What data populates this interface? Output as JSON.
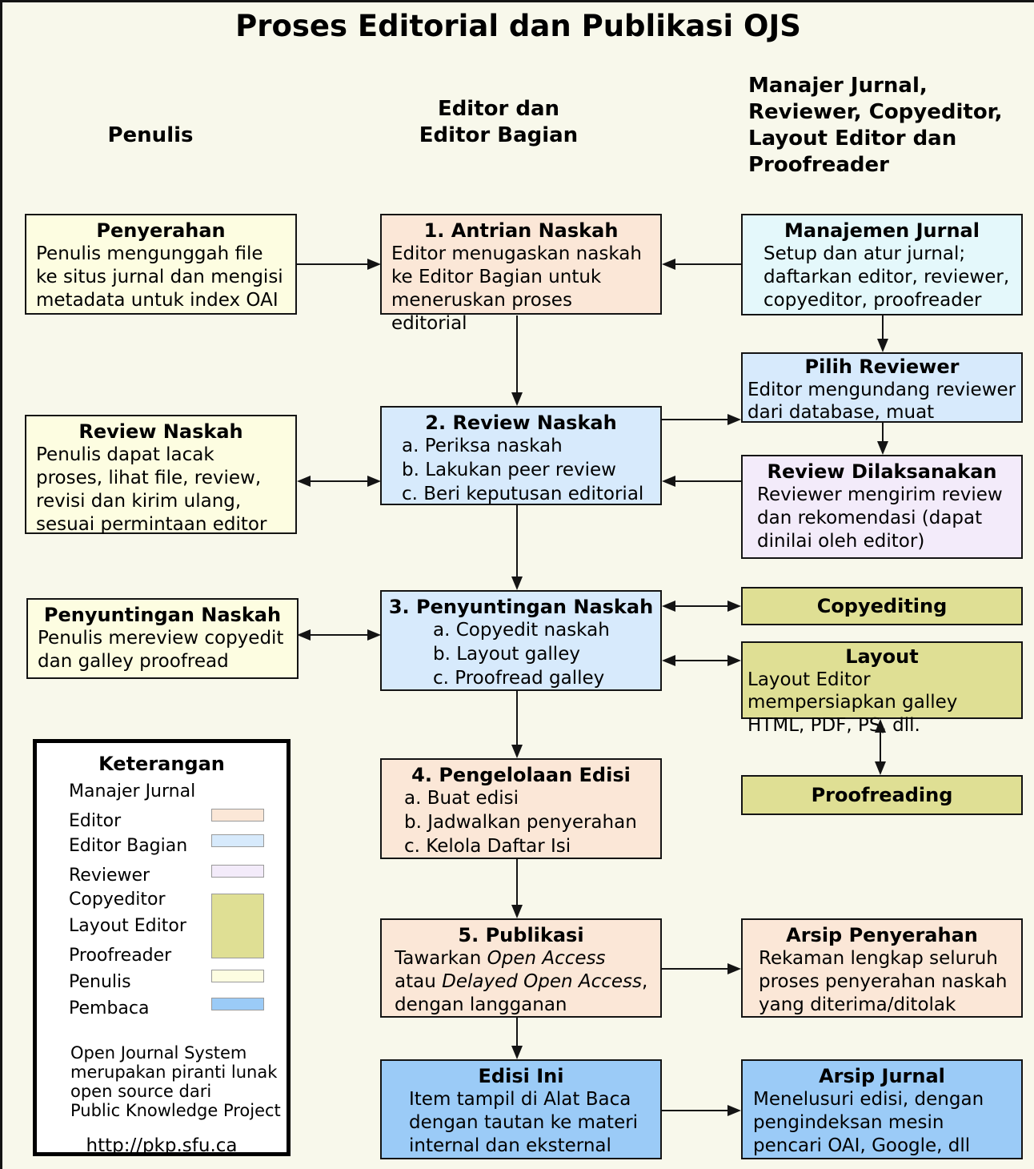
{
  "title": "Proses Editorial dan Publikasi OJS",
  "column_headers": {
    "penulis": "Penulis",
    "editor": "Editor dan\nEditor Bagian",
    "manajer": "Manajer Jurnal,\nReviewer, Copyeditor,\nLayout Editor dan\nProofreader"
  },
  "colors": {
    "background": "#f8f8eb",
    "penulis": "#fdfde1",
    "editor": "#fbe7d7",
    "editor_bagian": "#d7eafc",
    "manajer_jurnal": "#e4f8fb",
    "reviewer": "#f3ebfa",
    "copyeditor_layout_proofreader": "#dfdf94",
    "pembaca": "#9bcbf7",
    "legend_background": "#ffffff",
    "box_border": "#141414"
  },
  "boxes": {
    "penyerahan": {
      "title": "Penyerahan",
      "body": "Penulis mengunggah file ke situs jurnal dan mengisi metadata untuk index OAI"
    },
    "review_naskah_penulis": {
      "title": "Review Naskah",
      "body": "Penulis dapat lacak proses, lihat file, review, revisi dan kirim ulang, sesuai permintaan editor"
    },
    "penyuntingan_naskah_penulis": {
      "title": "Penyuntingan Naskah",
      "body": "Penulis mereview copyedit dan galley proofread"
    },
    "antrian_naskah": {
      "title": "1. Antrian Naskah",
      "body": "Editor menugaskan naskah ke Editor Bagian untuk meneruskan proses editorial"
    },
    "review_naskah": {
      "title": "2. Review Naskah",
      "items": [
        "a. Periksa naskah",
        "b. Lakukan peer review",
        "c. Beri keputusan editorial"
      ]
    },
    "penyuntingan_naskah": {
      "title": "3. Penyuntingan Naskah",
      "items": [
        "a. Copyedit naskah",
        "b. Layout galley",
        "c. Proofread galley"
      ]
    },
    "pengelolaan_edisi": {
      "title": "4. Pengelolaan Edisi",
      "items": [
        "a. Buat edisi",
        "b. Jadwalkan penyerahan",
        "c. Kelola Daftar Isi"
      ]
    },
    "publikasi": {
      "title": "5. Publikasi",
      "body_segments": [
        {
          "text": "Tawarkan "
        },
        {
          "text": "Open Access",
          "italic": true
        },
        {
          "text": " atau "
        },
        {
          "text": "Delayed Open Access",
          "italic": true
        },
        {
          "text": ", dengan langganan"
        }
      ]
    },
    "edisi_ini": {
      "title": "Edisi Ini",
      "body": "Item tampil di Alat Baca dengan tautan ke materi internal dan eksternal"
    },
    "manajemen_jurnal": {
      "title": "Manajemen Jurnal",
      "body": "Setup dan atur jurnal; daftarkan editor, reviewer, copyeditor, proofreader"
    },
    "pilih_reviewer": {
      "title": "Pilih Reviewer",
      "body": "Editor mengundang reviewer dari database, muat"
    },
    "review_dilaksanakan": {
      "title": "Review Dilaksanakan",
      "body": "Reviewer mengirim review dan rekomendasi (dapat dinilai oleh editor)"
    },
    "copyediting": {
      "title": "Copyediting"
    },
    "layout": {
      "title": "Layout",
      "body": "Layout Editor mempersiapkan galley HTML, PDF, PS, dll."
    },
    "proofreading": {
      "title": "Proofreading"
    },
    "arsip_penyerahan": {
      "title": "Arsip Penyerahan",
      "body": "Rekaman lengkap seluruh proses penyerahan naskah yang diterima/ditolak"
    },
    "arsip_jurnal": {
      "title": "Arsip Jurnal",
      "body": "Menelusuri edisi, dengan pengindeksan mesin pencari OAI, Google, dll"
    }
  },
  "legend": {
    "title": "Keterangan",
    "entries": [
      {
        "label": "Manajer Jurnal",
        "swatch": null
      },
      {
        "label": "Editor",
        "swatch": "#fbe7d7"
      },
      {
        "label": "Editor Bagian",
        "swatch": "#d7eafc"
      },
      {
        "label": "Reviewer",
        "swatch": "#f3ebfa"
      },
      {
        "label": "Copyeditor",
        "swatch": "#dfdf94"
      },
      {
        "label": "Layout Editor",
        "swatch": "#dfdf94"
      },
      {
        "label": "Proofreader",
        "swatch": "#dfdf94"
      },
      {
        "label": "Penulis",
        "swatch": "#fdfde1"
      },
      {
        "label": "Pembaca",
        "swatch": "#9bcbf7"
      }
    ],
    "footer": "Open Journal System\nmerupakan piranti lunak\nopen source dari\nPublic Knowledge Project",
    "url": "http://pkp.sfu.ca"
  }
}
